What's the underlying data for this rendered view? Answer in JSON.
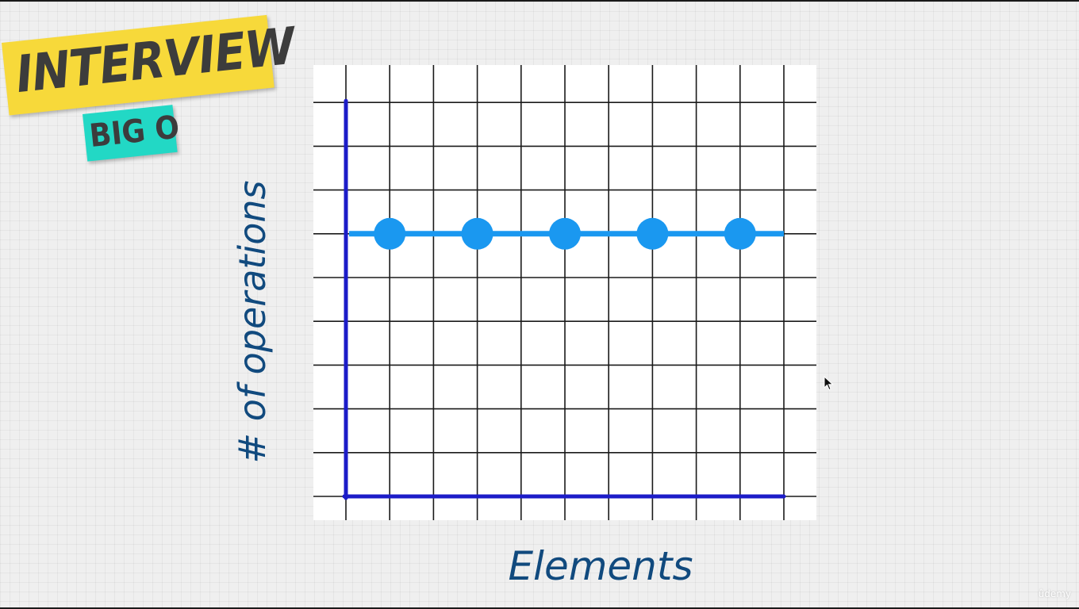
{
  "badge": {
    "title": "INTERVIEW",
    "subtitle": "BIG O"
  },
  "watermark": "ûdemy",
  "colors": {
    "axis": "#1c1cc8",
    "series": "#1a98f0",
    "grid": "#1a1a1a",
    "label": "#114a7e",
    "badge_main": "#f7d93a",
    "badge_sub": "#22d8c5"
  },
  "chart_data": {
    "type": "line",
    "xlabel": "Elements",
    "ylabel": "# of operations",
    "grid": true,
    "x": [
      1,
      3,
      5,
      7,
      9
    ],
    "series": [
      {
        "values": [
          6,
          6,
          6,
          6,
          6
        ]
      }
    ],
    "xlim": [
      0,
      10
    ],
    "ylim": [
      0,
      9
    ]
  }
}
